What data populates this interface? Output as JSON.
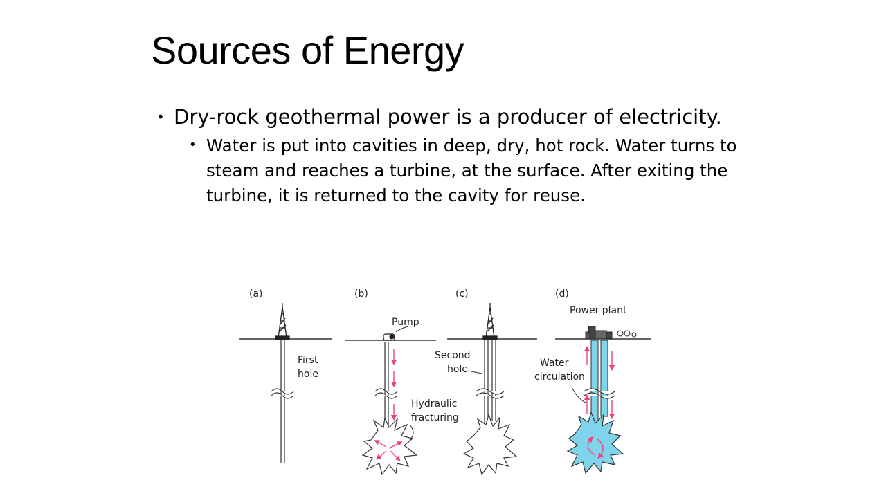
{
  "title": "Sources of Energy",
  "bullets": [
    {
      "text": "Dry-rock geothermal power is a producer of electricity.",
      "sub": [
        "Water is put into cavities in deep, dry, hot rock. Water turns to steam and reaches a turbine, at the surface. After exiting the turbine, it is returned to the cavity for reuse."
      ]
    }
  ],
  "figure": {
    "panel_labels": [
      "(a)",
      "(b)",
      "(c)",
      "(d)"
    ],
    "first_hole": [
      "First",
      "hole"
    ],
    "pump": "Pump",
    "hydraulic_fracturing": [
      "Hydraulic",
      "fracturing"
    ],
    "second_hole": [
      "Second",
      "hole"
    ],
    "power_plant": "Power plant",
    "water_circulation": [
      "Water",
      "circulation"
    ]
  },
  "colors": {
    "arrow": "#e8467c",
    "water": "#7fd3ea",
    "line": "#333333"
  }
}
